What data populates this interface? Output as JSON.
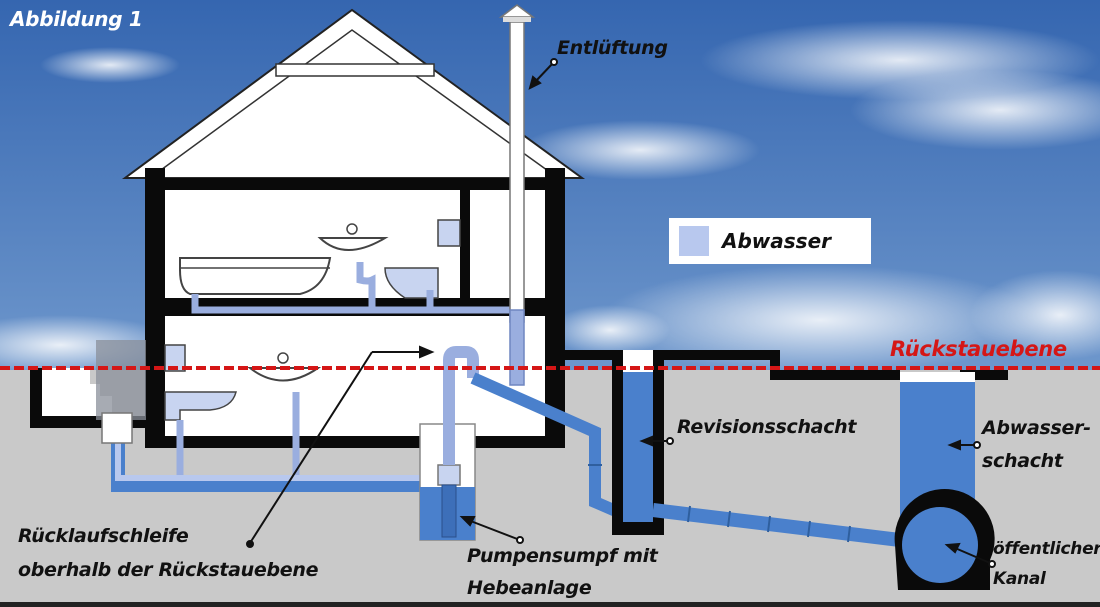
{
  "figure": {
    "title": "Abbildung 1",
    "legend": {
      "label": "Abwasser",
      "swatch_color": "#b8c8ee"
    },
    "backflow_level_label": "Rückstauebene",
    "labels": {
      "vent": "Entlüftung",
      "inspection_shaft": "Revisionsschacht",
      "sewage_shaft_line1": "Abwasser-",
      "sewage_shaft_line2": "schacht",
      "loop_line1": "Rücklaufschleife",
      "loop_line2": "oberhalb der Rückstauebene",
      "pump_line1": "Pumpensumpf mit",
      "pump_line2": "Hebeanlage",
      "public_sewer_line1": "öffentlicher",
      "public_sewer_line2": "Kanal"
    },
    "colors": {
      "sky": "#3c6fb5",
      "ground": "#c9c9c9",
      "wall": "#0a0a0a",
      "water_dark": "#4a80cc",
      "water_light": "#b8c8ee",
      "backflow_line": "#d51616"
    }
  }
}
